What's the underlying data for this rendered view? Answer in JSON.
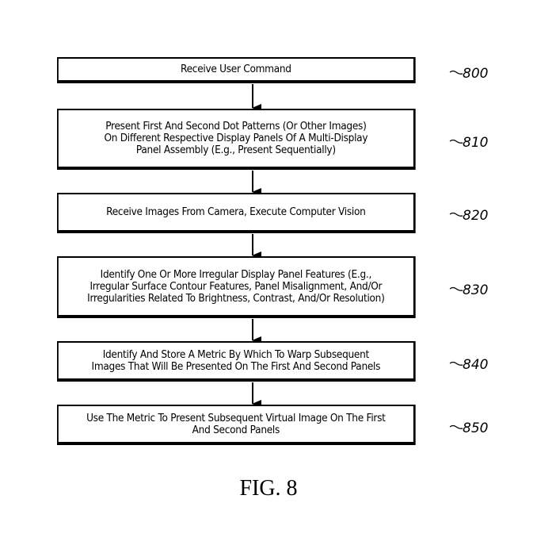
{
  "figure": {
    "caption": "FIG. 8",
    "steps": [
      {
        "id": "800",
        "lines": [
          "Receive User Command"
        ]
      },
      {
        "id": "810",
        "lines": [
          "Present First And Second Dot Patterns (Or Other Images)",
          "On Different Respective Display Panels Of A Multi-Display",
          "Panel Assembly (E.g., Present Sequentially)"
        ]
      },
      {
        "id": "820",
        "lines": [
          "Receive Images From Camera, Execute Computer Vision"
        ]
      },
      {
        "id": "830",
        "lines": [
          "Identify One Or More Irregular Display Panel Features (E.g.,",
          "Irregular Surface Contour Features, Panel Misalignment, And/Or",
          "Irregularities Related To Brightness, Contrast, And/Or Resolution)"
        ]
      },
      {
        "id": "840",
        "lines": [
          "Identify And Store A Metric By Which To Warp Subsequent",
          "Images That Will Be Presented On The First And Second Panels"
        ]
      },
      {
        "id": "850",
        "lines": [
          "Use The Metric To Present Subsequent Virtual Image On The First",
          "And Second Panels"
        ]
      }
    ]
  }
}
